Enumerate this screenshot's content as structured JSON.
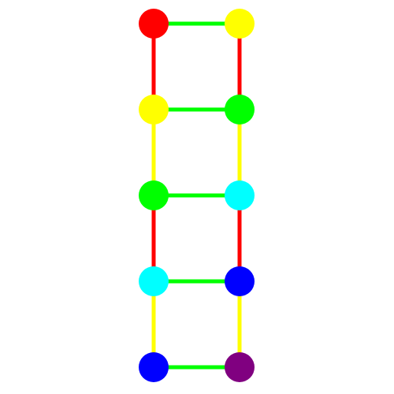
{
  "graph": {
    "colors": {
      "red": "#ff0000",
      "yellow": "#ffff00",
      "green": "#00ff00",
      "cyan": "#00ffff",
      "blue": "#0000ff",
      "purple": "#800080"
    },
    "nodes": [
      {
        "id": "n0",
        "row": 0,
        "col": 0,
        "color": "red"
      },
      {
        "id": "n1",
        "row": 0,
        "col": 1,
        "color": "yellow"
      },
      {
        "id": "n2",
        "row": 1,
        "col": 0,
        "color": "yellow"
      },
      {
        "id": "n3",
        "row": 1,
        "col": 1,
        "color": "green"
      },
      {
        "id": "n4",
        "row": 2,
        "col": 0,
        "color": "green"
      },
      {
        "id": "n5",
        "row": 2,
        "col": 1,
        "color": "cyan"
      },
      {
        "id": "n6",
        "row": 3,
        "col": 0,
        "color": "cyan"
      },
      {
        "id": "n7",
        "row": 3,
        "col": 1,
        "color": "blue"
      },
      {
        "id": "n8",
        "row": 4,
        "col": 0,
        "color": "blue"
      },
      {
        "id": "n9",
        "row": 4,
        "col": 1,
        "color": "purple"
      }
    ],
    "edges": [
      {
        "from": "n0",
        "to": "n1",
        "color": "green"
      },
      {
        "from": "n2",
        "to": "n3",
        "color": "green"
      },
      {
        "from": "n4",
        "to": "n5",
        "color": "green"
      },
      {
        "from": "n6",
        "to": "n7",
        "color": "green"
      },
      {
        "from": "n8",
        "to": "n9",
        "color": "green"
      },
      {
        "from": "n0",
        "to": "n2",
        "color": "red"
      },
      {
        "from": "n1",
        "to": "n3",
        "color": "red"
      },
      {
        "from": "n2",
        "to": "n4",
        "color": "yellow"
      },
      {
        "from": "n3",
        "to": "n5",
        "color": "yellow"
      },
      {
        "from": "n4",
        "to": "n6",
        "color": "red"
      },
      {
        "from": "n5",
        "to": "n7",
        "color": "red"
      },
      {
        "from": "n6",
        "to": "n8",
        "color": "yellow"
      },
      {
        "from": "n7",
        "to": "n9",
        "color": "yellow"
      }
    ]
  }
}
